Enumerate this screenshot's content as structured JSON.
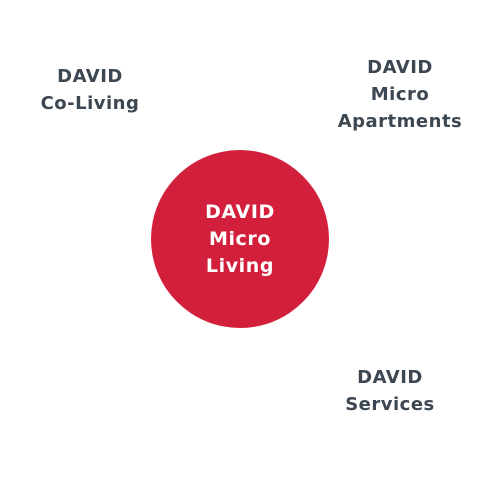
{
  "colors": {
    "accent": "#d11f3c",
    "label": "#3d4752",
    "background": "#ffffff"
  },
  "center": {
    "lines": [
      "DAVID",
      "Micro",
      "Living"
    ]
  },
  "satellites": {
    "coliving": {
      "lines": [
        "DAVID",
        "Co-Living"
      ]
    },
    "apartments": {
      "lines": [
        "DAVID",
        "Micro",
        "Apartments"
      ]
    },
    "services": {
      "lines": [
        "DAVID",
        "Services"
      ]
    }
  }
}
